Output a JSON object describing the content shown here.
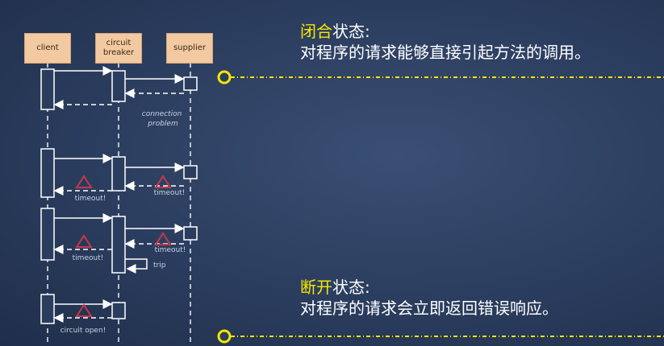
{
  "diagram": {
    "actors": [
      "client",
      "circuit\nbreaker",
      "supplier"
    ],
    "labels": {
      "connection_problem": [
        "connection",
        "problem"
      ],
      "timeout": "timeout!",
      "trip": "trip",
      "circuit_open": "circuit open!"
    }
  },
  "closed_state": {
    "highlight": "闭合",
    "title_rest": "状态:",
    "description": "对程序的请求能够直接引起方法的调用。"
  },
  "open_state": {
    "highlight": "断开",
    "title_rest": "状态:",
    "description": "对程序的请求会立即返回错误响应。"
  },
  "colors": {
    "accent": "#f7e600",
    "actor_fill": "#f2c9a0",
    "warning_triangle": "#c23a4a",
    "background": "#2b3d5e"
  }
}
